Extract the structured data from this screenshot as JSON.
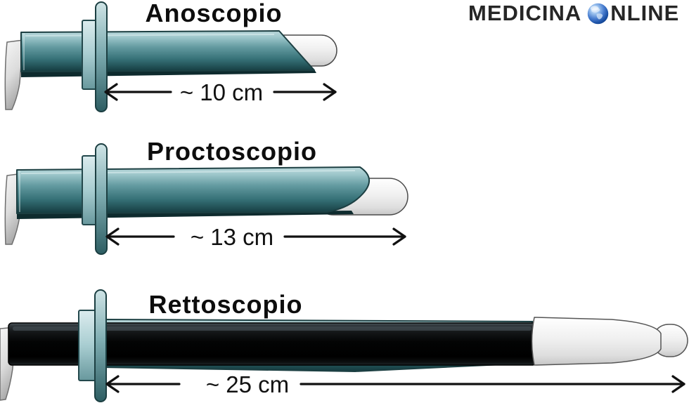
{
  "page": {
    "background_color": "#ffffff"
  },
  "header": {
    "logo": {
      "text_before_globe": "MEDICINA",
      "text_after_globe": "NLINE",
      "globe_icon": "globe-icon",
      "text_color": "#262626",
      "globe_blue": "#2a5fb4"
    }
  },
  "instruments": [
    {
      "name": "anoscope",
      "title": "Anoscopio",
      "approx_length": "~ 10 cm"
    },
    {
      "name": "proctoscope",
      "title": "Proctoscopio",
      "approx_length": "~ 13 cm"
    },
    {
      "name": "rectoscope",
      "title": "Rettoscopio",
      "approx_length": "~ 25 cm"
    }
  ],
  "colors": {
    "instrument_teal_light": "#bcd9dc",
    "instrument_teal_dark": "#143a3e",
    "outline_teal": "#1c3f42",
    "tube_black": "#000000",
    "tip_white": "#f0f0f0",
    "handle_gray": "#dcdcdc",
    "arrow_black": "#111111"
  }
}
